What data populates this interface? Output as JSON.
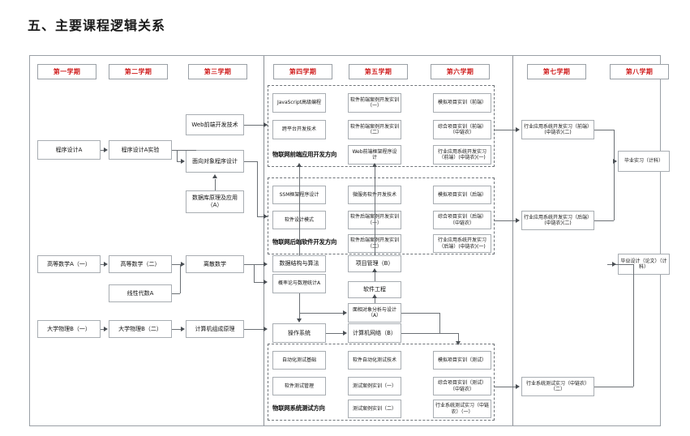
{
  "page": {
    "title": "五、主要课程逻辑关系"
  },
  "semesters": [
    {
      "label": "第一学期"
    },
    {
      "label": "第二学期"
    },
    {
      "label": "第三学期"
    },
    {
      "label": "第四学期"
    },
    {
      "label": "第五学期"
    },
    {
      "label": "第六学期"
    },
    {
      "label": "第七学期"
    },
    {
      "label": "第八学期"
    }
  ],
  "directions": [
    {
      "label": "物联网前端应用开发方向"
    },
    {
      "label": "物联网后端软件开发方向"
    },
    {
      "label": "物联网系统测试方向"
    }
  ],
  "courses": {
    "core": [
      {
        "label": "程序设计A"
      },
      {
        "label": "程序设计A实验"
      },
      {
        "label": "Web前端开发技术"
      },
      {
        "label": "面向对象程序设计"
      },
      {
        "label": "数据库原理及应用（A）"
      },
      {
        "label": "高等数学A（一）"
      },
      {
        "label": "高等数学（二）"
      },
      {
        "label": "线性代数A"
      },
      {
        "label": "离散数学"
      },
      {
        "label": "大学物理B（一）"
      },
      {
        "label": "大学物理B（二）"
      },
      {
        "label": "计算机组成原理"
      },
      {
        "label": "数据结构与算法"
      },
      {
        "label": "概率论与数理统计A"
      },
      {
        "label": "操作系统"
      },
      {
        "label": "项目管理（B）"
      },
      {
        "label": "软件工程"
      },
      {
        "label": "面相对象分析与设计（A）"
      },
      {
        "label": "计算机网络（B）"
      }
    ],
    "frontend_direction": [
      {
        "label": "JavaScript高级编程"
      },
      {
        "label": "跨平台开发技术"
      },
      {
        "label": "软件前端案例开发实训（一）"
      },
      {
        "label": "软件前端案例开发实训（二）"
      },
      {
        "label": "Web前端框架程序设计"
      },
      {
        "label": "模拟项目实训（前端）"
      },
      {
        "label": "综合项目实训（前端）（中链农）"
      },
      {
        "label": "行业应用系统开发实习（前端）(中链农)(一)"
      }
    ],
    "backend_direction": [
      {
        "label": "SSM框架程序设计"
      },
      {
        "label": "软件设计模式"
      },
      {
        "label": "微服务软件开发技术"
      },
      {
        "label": "软件后端案例开发实训（一）"
      },
      {
        "label": "软件后端案例开发实训（二）"
      },
      {
        "label": "模拟项目实训（后端）"
      },
      {
        "label": "综合项目实训（后端）（中链农）"
      },
      {
        "label": "行业应用系统开发实习（后端）(中链农)(一)"
      }
    ],
    "testing_direction": [
      {
        "label": "自动化测试基础"
      },
      {
        "label": "软件测试管理"
      },
      {
        "label": "软件自动化测试技术"
      },
      {
        "label": "测试案例实训（一）"
      },
      {
        "label": "测试案例实训（二）"
      },
      {
        "label": "模拟项目实训（测试）"
      },
      {
        "label": "综合项目实训（测试）（中链农）"
      },
      {
        "label": "行业系统测试实习（中链农）（一）"
      }
    ],
    "internship": [
      {
        "label": "行业应用系统开发实习（前端）(中链农)(二)"
      },
      {
        "label": "行业应用系统开发实习（后端）(中链农)(二)"
      },
      {
        "label": "行业系统测试实习（中链农）（二）"
      }
    ],
    "capstone": [
      {
        "label": "毕业实习（计科）"
      },
      {
        "label": "毕业设计（论文）（计科）"
      }
    ]
  },
  "colors": {
    "semester_text": "#d02020",
    "node_border": "#a8adb2",
    "connector": "#6b7075",
    "frame": "#9aa0a6"
  }
}
